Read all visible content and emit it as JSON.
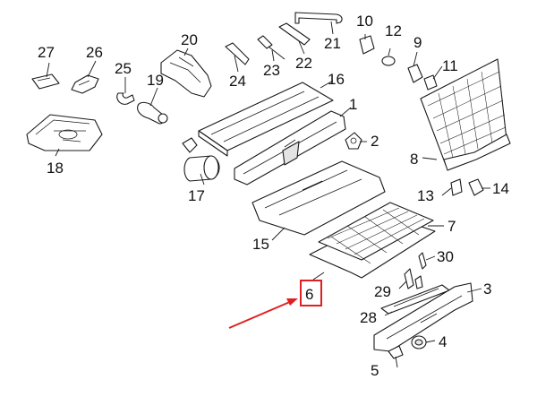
{
  "callouts": [
    {
      "id": "1",
      "label": "1"
    },
    {
      "id": "2",
      "label": "2"
    },
    {
      "id": "3",
      "label": "3"
    },
    {
      "id": "4",
      "label": "4"
    },
    {
      "id": "5",
      "label": "5"
    },
    {
      "id": "6",
      "label": "6"
    },
    {
      "id": "7",
      "label": "7"
    },
    {
      "id": "8",
      "label": "8"
    },
    {
      "id": "9",
      "label": "9"
    },
    {
      "id": "10",
      "label": "10"
    },
    {
      "id": "11",
      "label": "11"
    },
    {
      "id": "12",
      "label": "12"
    },
    {
      "id": "13",
      "label": "13"
    },
    {
      "id": "14",
      "label": "14"
    },
    {
      "id": "15",
      "label": "15"
    },
    {
      "id": "16",
      "label": "16"
    },
    {
      "id": "17",
      "label": "17"
    },
    {
      "id": "18",
      "label": "18"
    },
    {
      "id": "19",
      "label": "19"
    },
    {
      "id": "20",
      "label": "20"
    },
    {
      "id": "21",
      "label": "21"
    },
    {
      "id": "22",
      "label": "22"
    },
    {
      "id": "23",
      "label": "23"
    },
    {
      "id": "24",
      "label": "24"
    },
    {
      "id": "25",
      "label": "25"
    },
    {
      "id": "26",
      "label": "26"
    },
    {
      "id": "27",
      "label": "27"
    },
    {
      "id": "28",
      "label": "28"
    },
    {
      "id": "29",
      "label": "29"
    },
    {
      "id": "30",
      "label": "30"
    }
  ],
  "highlight": {
    "part": "6",
    "box_color": "#e02020",
    "arrow_color": "#e02020"
  },
  "colors": {
    "line": "#1a1a1a",
    "background": "#ffffff"
  }
}
